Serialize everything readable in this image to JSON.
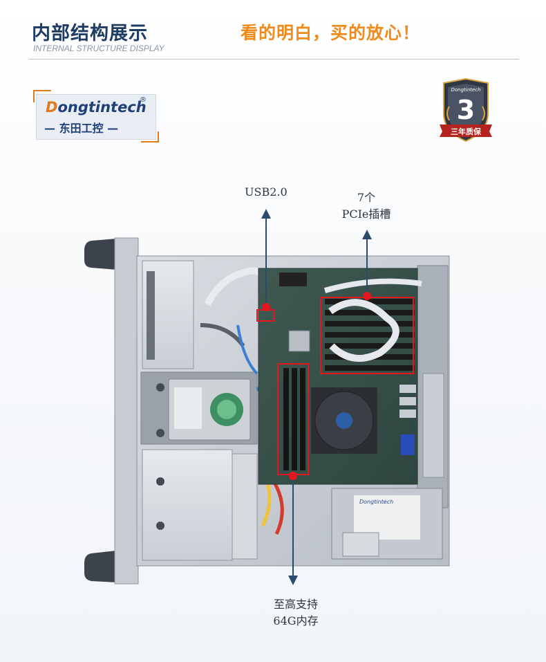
{
  "header": {
    "title_cn": "内部结构展示",
    "title_en": "INTERNAL STRUCTURE DISPLAY",
    "slogan": "看的明白，买的放心！"
  },
  "logo": {
    "brand_initial": "D",
    "brand_rest": "ongtintech",
    "registered": "®",
    "subtitle": "— 东田工控 —"
  },
  "badge": {
    "brand": "Dongtintech",
    "number": "3",
    "text": "三年质保",
    "colors": {
      "shield": "#3a4250",
      "ribbon": "#b5231f",
      "gold": "#d9a441"
    }
  },
  "callouts": {
    "usb": "USB2.0",
    "pcie_line1": "7个",
    "pcie_line2": "PCIe插槽",
    "memory_line1": "至高支持",
    "memory_line2": "64G内存",
    "colors": {
      "marker": "#e5161d",
      "arrow": "#2a4a6e"
    }
  },
  "psu": {
    "brand": "Dongtintech"
  },
  "colors": {
    "title": "#1f3c63",
    "slogan": "#ef8b1c",
    "logo_accent": "#e07a1a",
    "logo_blue": "#1e3f78"
  }
}
